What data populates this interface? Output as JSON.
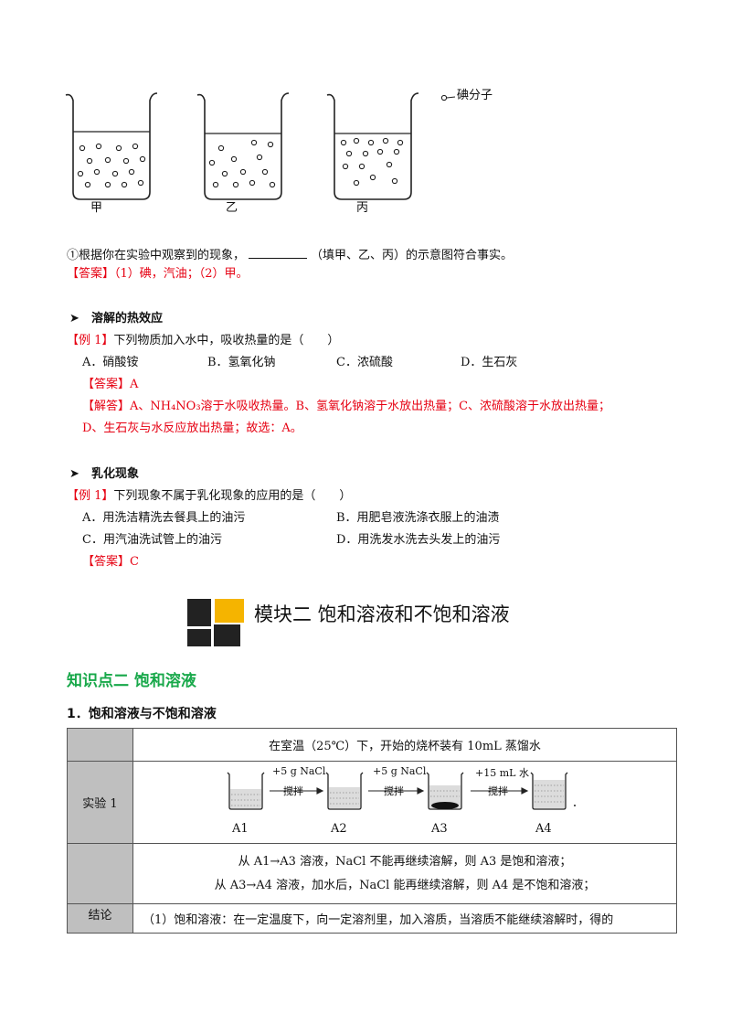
{
  "beakers": {
    "legend": "碘分子",
    "labels": [
      "甲",
      "乙",
      "丙"
    ]
  },
  "question1": {
    "prefix": "①根据你在实验中观察到的现象，",
    "suffix": "（填甲、乙、丙）的示意图符合事实。",
    "answer": "【答案】（1）碘，汽油；（2）甲。"
  },
  "heat_section": {
    "heading": "溶解的热效应",
    "tag": "【例 1】",
    "question": "下列物质加入水中，吸收热量的是（　　）",
    "options": [
      "A．硝酸铵",
      "B．氢氧化钠",
      "C．浓硫酸",
      "D．生石灰"
    ],
    "answer": "【答案】A",
    "explain_line1": "【解答】A、NH₄NO₃溶于水吸收热量。B、氢氧化钠溶于水放出热量；C、浓硫酸溶于水放出热量；",
    "explain_line2": "D、生石灰与水反应放出热量；故选：A。"
  },
  "emulsion_section": {
    "heading": "乳化现象",
    "tag": "【例 1】",
    "question": "下列现象不属于乳化现象的应用的是（　　）",
    "options": [
      "A．用洗洁精洗去餐具上的油污",
      "B．用肥皂液洗涤衣服上的油渍",
      "C．用汽油洗试管上的油污",
      "D．用洗发水洗去头发上的油污"
    ],
    "answer": "【答案】C"
  },
  "module": {
    "title": "模块二  饱和溶液和不饱和溶液"
  },
  "knowledge": {
    "title": "知识点二  饱和溶液"
  },
  "subsection": {
    "title": "1．饱和溶液与不饱和溶液"
  },
  "table": {
    "header": "在室温（25℃）下，开始的烧杯装有 10mL  蒸馏水",
    "row1_label": "实验 1",
    "arrows": [
      "+5 g NaCl",
      "+5 g NaCl",
      "+15 mL 水"
    ],
    "arrow_sub": [
      "搅拌",
      "搅拌",
      "搅拌"
    ],
    "beaker_labels": [
      "A1",
      "A2",
      "A3",
      "A4"
    ],
    "obs_line1": "从 A1→A3 溶液，NaCl 不能再继续溶解，则 A3 是饱和溶液；",
    "obs_line2": "从 A3→A4 溶液，加水后，NaCl 能再继续溶解，则 A4 是不饱和溶液；",
    "row3_label": "结论",
    "conclusion": "（1）饱和溶液：在一定温度下，向一定溶剂里，加入溶质，当溶质不能继续溶解时，得的"
  }
}
